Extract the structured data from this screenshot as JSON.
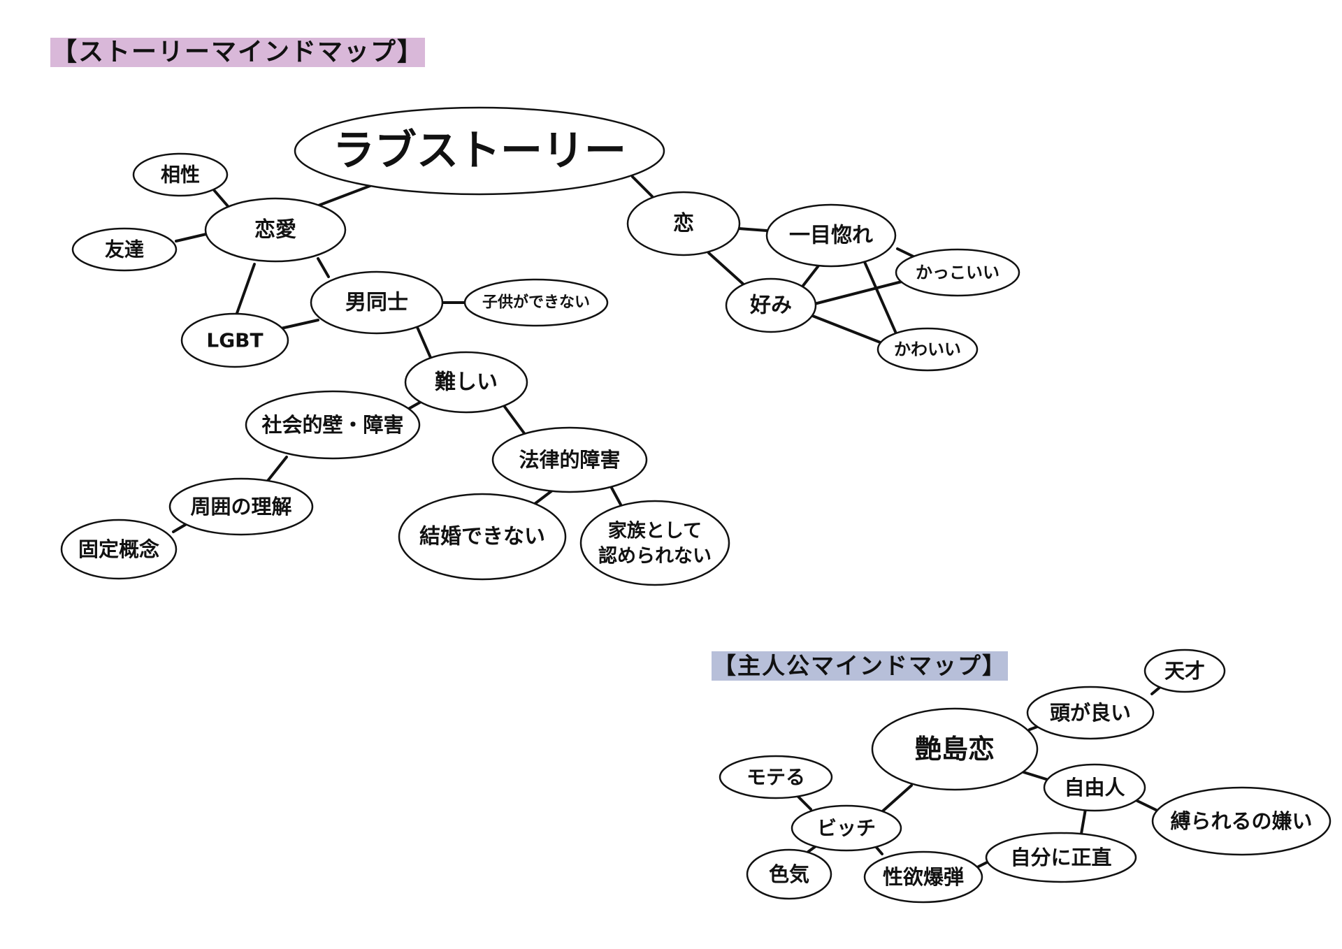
{
  "headings": {
    "story": "【ストーリーマインドマップ】",
    "protagonist": "【主人公マインドマップ】"
  },
  "colors": {
    "story_heading_bg": "#d9b8d9",
    "protagonist_heading_bg": "#b7bfd9"
  },
  "nodes": {
    "love_story": "ラブストーリー",
    "aisho": "相性",
    "renai": "恋愛",
    "yuujin": "友達",
    "lgbt": "LGBT",
    "otoko_doushi": "男同士",
    "kodomo": "子供ができない",
    "muzukashii": "難しい",
    "shakai_kabe": "社会的壁・障害",
    "houritsu": "法律的障害",
    "shuui": "周囲の理解",
    "kotei": "固定概念",
    "kekkon": "結婚できない",
    "kazoku_1": "家族として",
    "kazoku_2": "認められない",
    "koi": "恋",
    "hitomebore": "一目惚れ",
    "konomi": "好み",
    "kakkoii": "かっこいい",
    "kawaii": "かわいい",
    "protagonist": "艶島恋",
    "tensai": "天才",
    "atama": "頭が良い",
    "jiyuujin": "自由人",
    "shibarare": "縛られるの嫌い",
    "jibun_shoujiki": "自分に正直",
    "seiyoku": "性欲爆弾",
    "bitch": "ビッチ",
    "moteru": "モテる",
    "iroke": "色気"
  }
}
